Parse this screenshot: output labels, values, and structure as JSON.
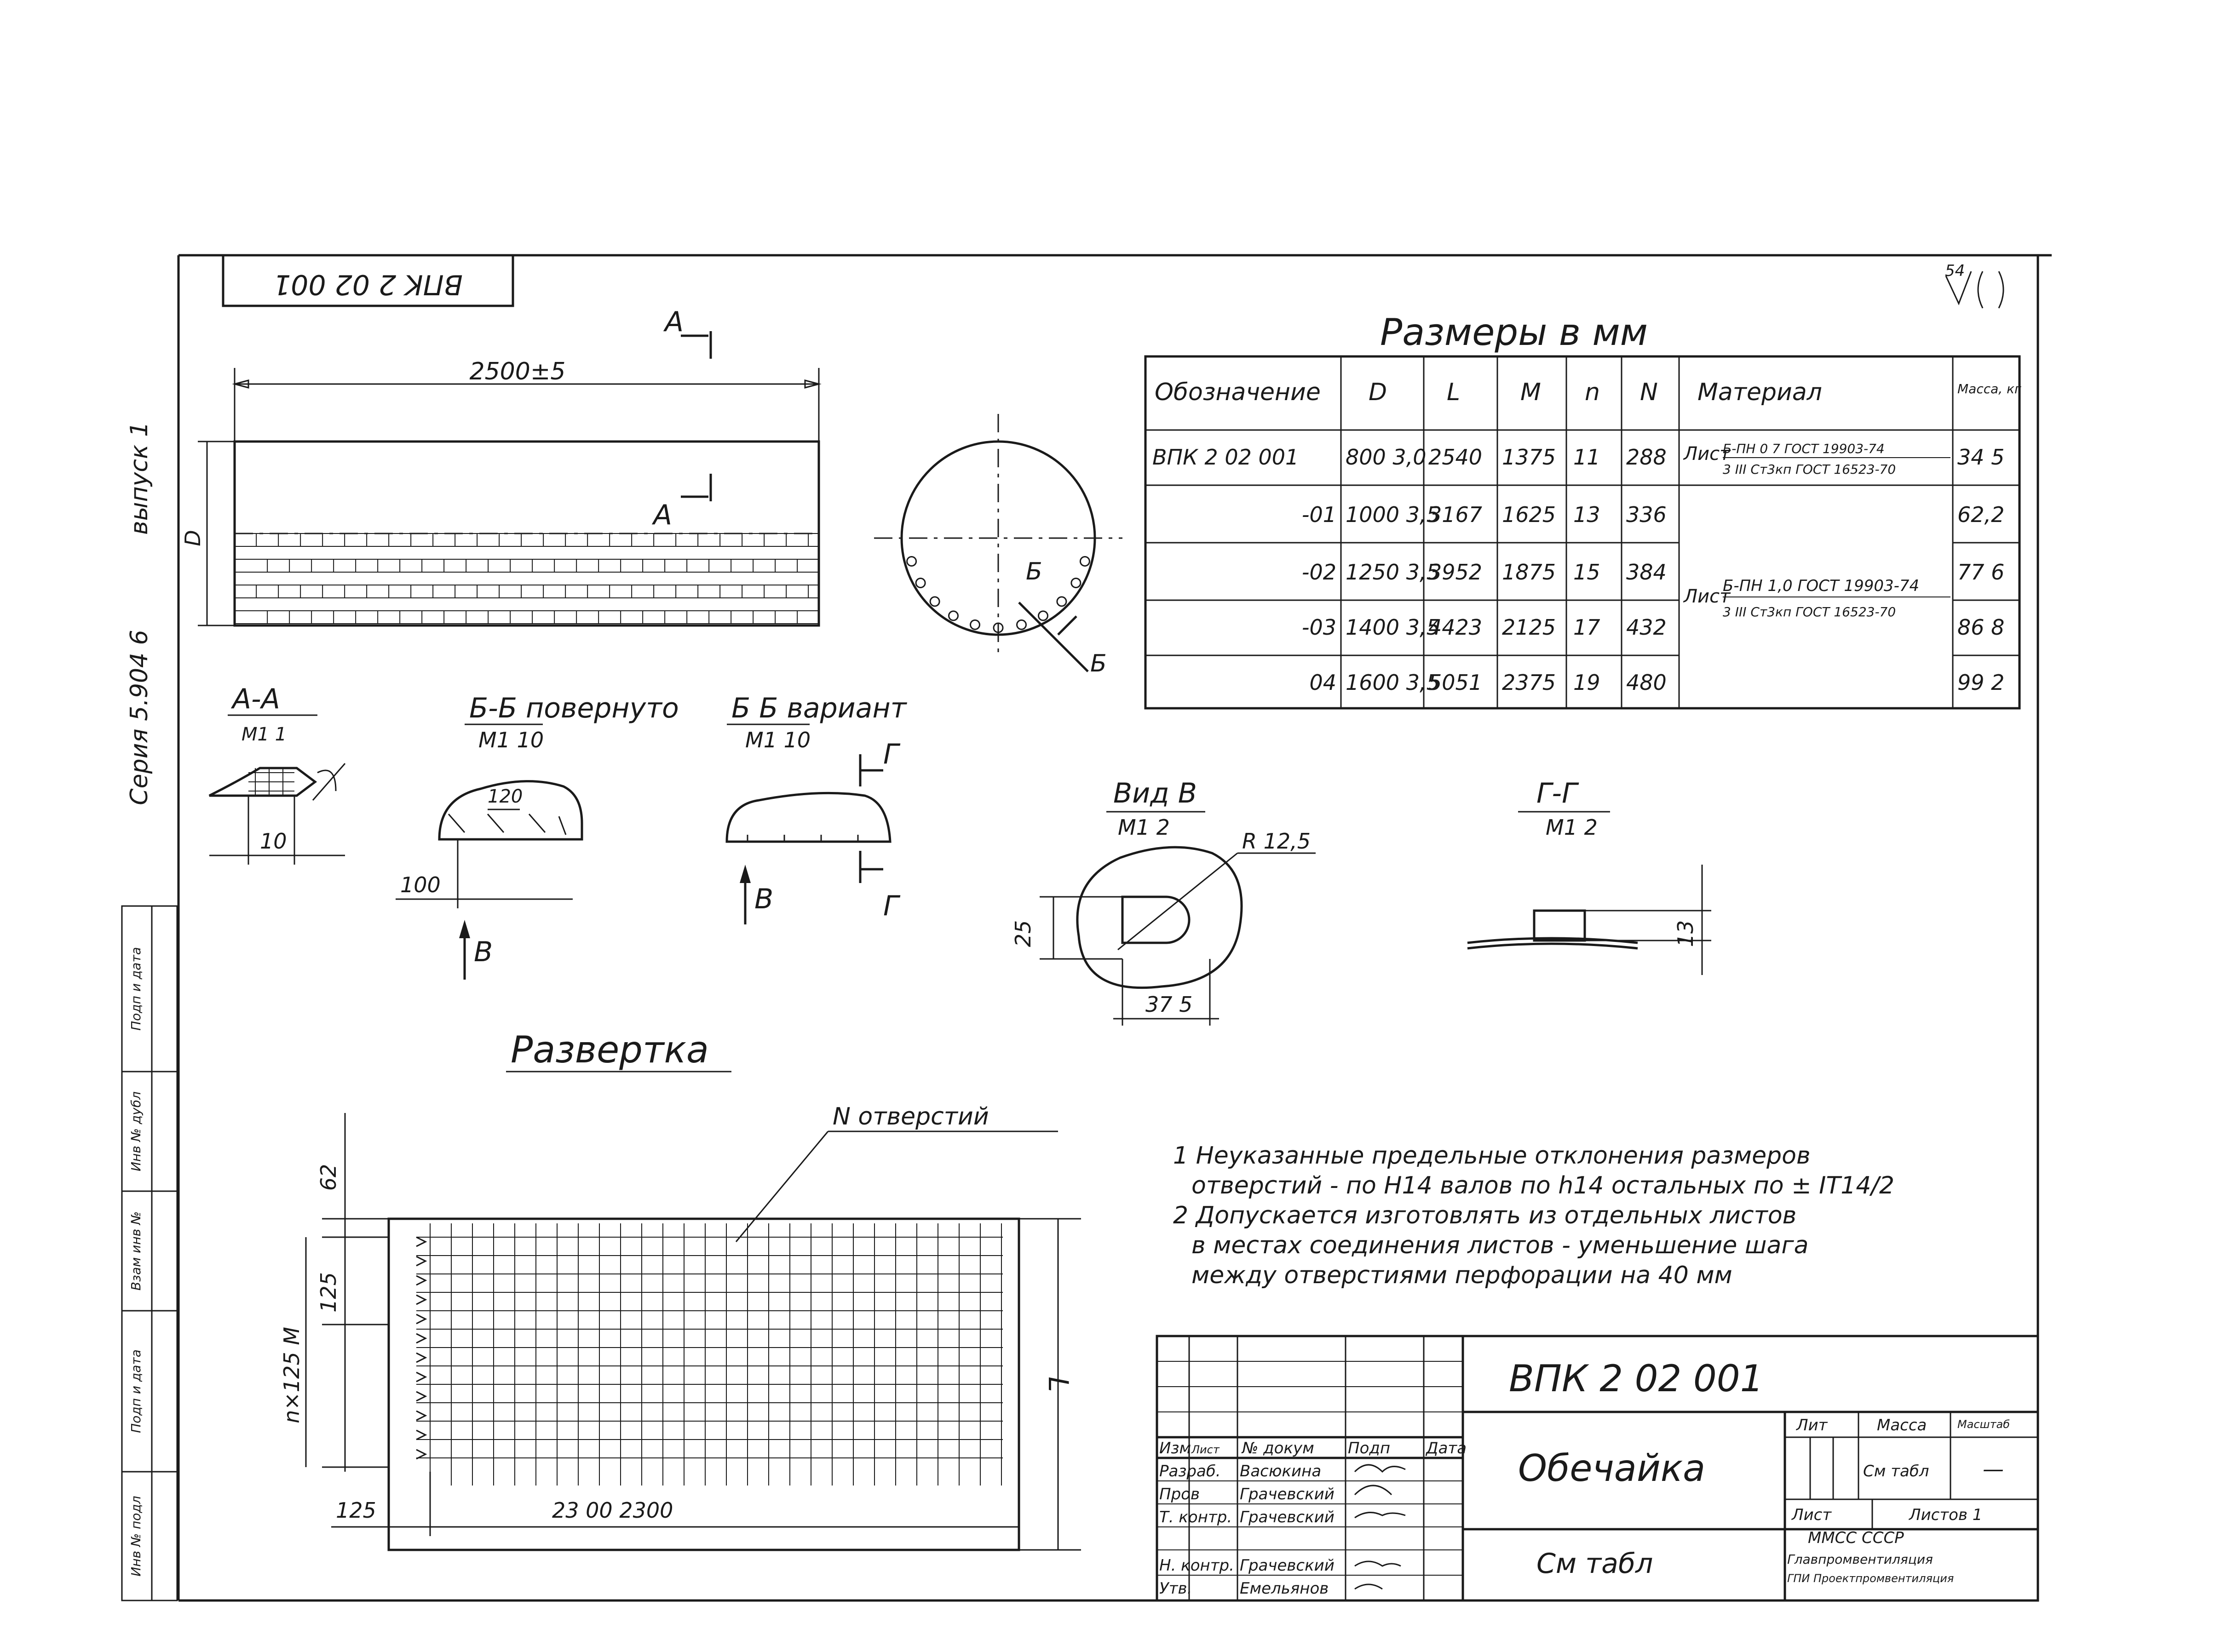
{
  "drawing": {
    "code_box": "BΠK 2 02 001",
    "corner_mark": "54",
    "side_series": "Серия 5.904 6",
    "side_issue": "выпуск 1"
  },
  "sizes_table": {
    "title": "Размеры в мм",
    "headers": [
      "Обозначение",
      "D",
      "L",
      "M",
      "n",
      "N",
      "Материал",
      "Масса, кг"
    ],
    "rows": [
      {
        "designation": "ВПК 2 02 001",
        "D": "800 3,0",
        "L": "2540",
        "M": "1375",
        "n": "11",
        "N": "288",
        "mass": "34 5"
      },
      {
        "designation": "-01",
        "D": "1000 3,5",
        "L": "3167",
        "M": "1625",
        "n": "13",
        "N": "336",
        "mass": "62,2"
      },
      {
        "designation": "-02",
        "D": "1250 3,5",
        "L": "3952",
        "M": "1875",
        "n": "15",
        "N": "384",
        "mass": "77 6"
      },
      {
        "designation": "-03",
        "D": "1400 3,5",
        "L": "4423",
        "M": "2125",
        "n": "17",
        "N": "432",
        "mass": "86 8"
      },
      {
        "designation": "04",
        "D": "1600 3,5",
        "L": "5051",
        "M": "2375",
        "n": "19",
        "N": "480",
        "mass": "99 2"
      }
    ],
    "material_1_prefix": "Лист",
    "material_1_top": "Б-ПН 0 7 ГОСТ 19903-74",
    "material_1_bottom": "3 III Ст3кп ГОСТ 16523-70",
    "material_2_prefix": "Лист",
    "material_2_top": "Б-ПН 1,0 ГОСТ 19903-74",
    "material_2_bottom": "3 III Ст3кп ГОСТ 16523-70"
  },
  "front_view": {
    "length": "2500±5",
    "diameter": "D",
    "section_label": "A"
  },
  "circle_view": {
    "section_label": "Б"
  },
  "section_aa": {
    "title": "А-А",
    "scale": "М1 1",
    "dim": "10"
  },
  "section_bb_rotated": {
    "title": "Б-Б повернуто",
    "scale": "М1 10",
    "dim_a": "120",
    "dim_b": "100",
    "arrow": "В"
  },
  "section_bb_variant": {
    "title": "Б Б вариант",
    "scale": "М1 10",
    "arrow": "В",
    "cut": "Г"
  },
  "view_v": {
    "title": "Вид В",
    "scale": "М1 2",
    "radius": "R 12,5",
    "height": "25",
    "width": "37 5"
  },
  "section_gg": {
    "title": "Г-Г",
    "scale": "М1 2",
    "height": "13"
  },
  "development": {
    "title": "Развертка",
    "leader": "N отверстий",
    "dim_top": "62",
    "dim_pitch": "125",
    "dim_rows": "n×125 M",
    "dim_left": "125",
    "dim_bottom": "23 00 2300",
    "dim_length": "L"
  },
  "notes": [
    "1 Неуказанные предельные отклонения размеров",
    "отверстий - по Н14 валов по h14 остальных по ± IT14/2",
    "2 Допускается изготовлять из отдельных листов",
    "в местах соединения листов - уменьшение шага",
    "между отверстиями перфорации на 40 мм"
  ],
  "title_block": {
    "code": "ВПК 2 02 001",
    "name": "Обечайка",
    "material": "См табл",
    "col_izm": "Изм",
    "col_list": "Лист",
    "col_doc": "№ докум",
    "col_sign": "Подп",
    "col_date": "Дата",
    "roles": [
      "Разраб.",
      "Пров",
      "Т. контр.",
      "",
      "Н. контр.",
      "Утв."
    ],
    "names": [
      "Васюкина",
      "Грачевский",
      "Грачевский",
      "",
      "Грачевский",
      "Емельянов"
    ],
    "lit_label": "Лит",
    "mass_label": "Масса",
    "scale_label": "Масштаб",
    "mass_value": "См табл",
    "scale_value": "—",
    "sheet_label": "Лист",
    "sheets_label": "Листов 1",
    "org_1": "ММСС   СССР",
    "org_2": "Главпромвентиляция",
    "org_3": "ГПИ Проектпромвентиляция"
  },
  "left_strip": [
    "Инв № подл",
    "Подп и дата",
    "Взам инв №",
    "Инв № дубл",
    "Подп и дата"
  ]
}
